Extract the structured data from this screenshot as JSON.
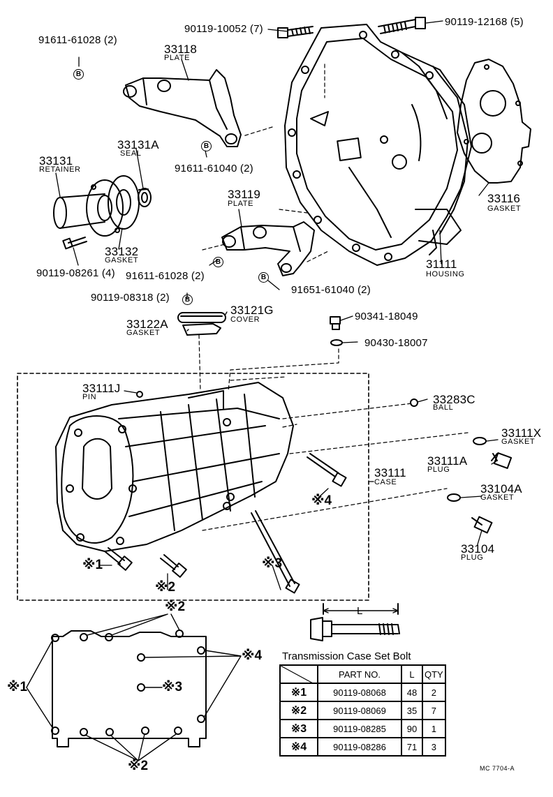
{
  "labels": {
    "p91611_61028_top": "91611-61028 (2)",
    "p90119_10052": "90119-10052 (7)",
    "p90119_12168": "90119-12168 (5)",
    "p33118": "33118",
    "plate_33118": "PLATE",
    "p33131A": "33131A",
    "seal": "SEAL",
    "p33131": "33131",
    "retainer": "RETAINER",
    "p91611_61040": "91611-61040 (2)",
    "p33116": "33116",
    "gasket_33116": "GASKET",
    "p33119": "33119",
    "plate_33119": "PLATE",
    "p33132": "33132",
    "gasket_33132": "GASKET",
    "p90119_08261": "90119-08261 (4)",
    "p91611_61028_mid": "91611-61028 (2)",
    "p31111": "31111",
    "housing": "HOUSING",
    "p91651_61040": "91651-61040 (2)",
    "p90119_08318": "90119-08318 (2)",
    "p33121G": "33121G",
    "cover": "COVER",
    "p33122A": "33122A",
    "gasket_33122A": "GASKET",
    "p90341_18049": "90341-18049",
    "p90430_18007": "90430-18007",
    "p33111J": "33111J",
    "pin": "PIN",
    "p33283C": "33283C",
    "ball": "BALL",
    "p33111X": "33111X",
    "gasket_33111X": "GASKET",
    "p33111A": "33111A",
    "plug_33111A": "PLUG",
    "p33111": "33111",
    "case": "CASE",
    "p33104A": "33104A",
    "gasket_33104A": "GASKET",
    "p33104": "33104",
    "plug_33104": "PLUG",
    "b_marker": "B",
    "length_L": "L"
  },
  "markers": {
    "m1": "※1",
    "m2": "※2",
    "m3": "※3",
    "m4": "※4"
  },
  "bolt_table": {
    "title": "Transmission Case Set Bolt",
    "headers": [
      "PART NO.",
      "L",
      "QTY"
    ],
    "rows": [
      {
        "mark": "※1",
        "part": "90119-08068",
        "length": "48",
        "qty": "2"
      },
      {
        "mark": "※2",
        "part": "90119-08069",
        "length": "35",
        "qty": "7"
      },
      {
        "mark": "※3",
        "part": "90119-08285",
        "length": "90",
        "qty": "1"
      },
      {
        "mark": "※4",
        "part": "90119-08286",
        "length": "71",
        "qty": "3"
      }
    ]
  },
  "footer": "MC 7704-A"
}
